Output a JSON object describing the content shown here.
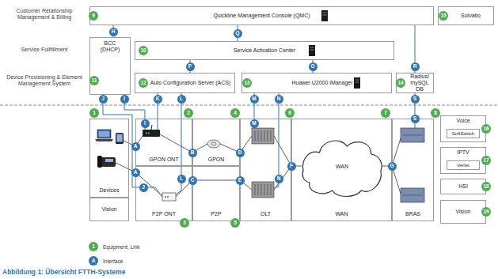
{
  "diagram": {
    "caption": "Abbildung 1: Übersicht FTTH-Systeme",
    "nodes": [
      {
        "text": [
          "Quickline Management Console (QMC)"
        ]
      },
      {
        "text": [
          "Solvatio"
        ]
      },
      {
        "text": [
          "BCC (DHCP)"
        ]
      },
      {
        "text": [
          "Service Activation Center"
        ]
      },
      {
        "text": [
          "Auto Configuration Server (ACS)"
        ]
      },
      {
        "text": [
          "Huawei U2000 iManager"
        ]
      },
      {
        "text": [
          "Radius/ mySQL DB"
        ]
      },
      {
        "text": [
          "Devices"
        ]
      },
      {
        "text": [
          "GPON ONT"
        ]
      },
      {
        "text": [
          "GPON"
        ]
      },
      {
        "text": [
          "OLT"
        ]
      },
      {
        "text": [
          "WAN"
        ]
      },
      {
        "text": [
          "WAN"
        ],
        "in": 11
      },
      {
        "text": [
          "BRAS"
        ]
      },
      {
        "text": [
          "Vision"
        ]
      },
      {
        "text": [
          "P2P ONT"
        ]
      },
      {
        "text": [
          "P2P"
        ]
      },
      {
        "text": [
          "Voice"
        ]
      },
      {
        "text": [
          "SoftSwitch"
        ],
        "in": 17
      },
      {
        "text": [
          "IPTV"
        ]
      },
      {
        "text": [
          "Verlet"
        ],
        "in": 19
      },
      {
        "text": [
          "HSI"
        ]
      },
      {
        "text": [
          "Vision"
        ]
      }
    ],
    "edges": [
      {
        "from": 0,
        "to": 2,
        "arrow": "none",
        "label": "H"
      },
      {
        "from": 0,
        "to": 3,
        "arrow": "none",
        "label": "Q"
      },
      {
        "from": 0,
        "to": 6,
        "arrow": "none",
        "label": "R"
      },
      {
        "from": 3,
        "to": 4,
        "arrow": "none",
        "label": "P"
      },
      {
        "from": 3,
        "to": 5,
        "arrow": "none",
        "label": "O"
      },
      {
        "from": 2,
        "to": 8,
        "arrow": "none",
        "label": "I"
      },
      {
        "from": 2,
        "to": 15,
        "arrow": "none",
        "label": "J"
      },
      {
        "from": 4,
        "to": 8,
        "arrow": "none",
        "label": "K"
      },
      {
        "from": 4,
        "to": 15,
        "arrow": "none",
        "label": "L"
      },
      {
        "from": 5,
        "to": 10,
        "arrow": "none",
        "label": "M"
      },
      {
        "from": 5,
        "to": 10,
        "arrow": "none",
        "label": "N"
      },
      {
        "from": 6,
        "to": 13,
        "arrow": "none",
        "label": "S"
      },
      {
        "from": 10,
        "to": 12,
        "arrow": "none",
        "label": "F"
      },
      {
        "from": 12,
        "to": 13,
        "arrow": "none",
        "label": "G"
      }
    ],
    "labels": [
      "Customer Relationship Management & Billing",
      "Service Fullfillment",
      "Device Provisioning & Element Management System",
      "9",
      "15",
      "10",
      "11",
      "12",
      "13",
      "14",
      "1",
      "2",
      "4",
      "6",
      "7",
      "8",
      "3",
      "5",
      "16",
      "17",
      "18",
      "19",
      "I",
      "A",
      "A",
      "B",
      "C",
      "D",
      "E",
      "J",
      "L",
      "M",
      "N",
      "S",
      "1",
      "A"
    ],
    "legend": [
      {
        "text": "Equipment, Link",
        "color": "#4cae4c"
      },
      {
        "text": "Interface",
        "color": "#2e75b6"
      }
    ]
  }
}
